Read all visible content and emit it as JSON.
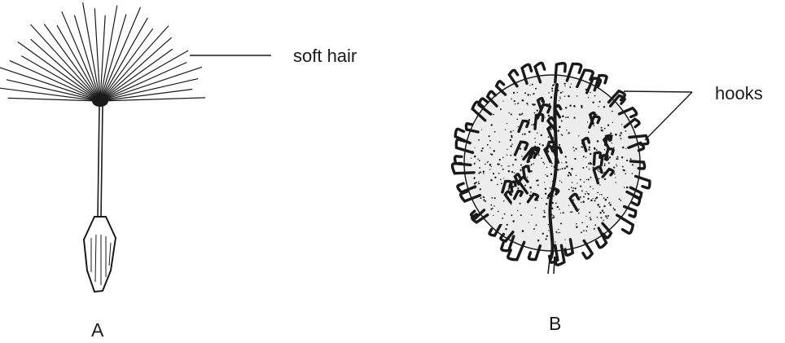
{
  "labels": {
    "seed_a_part": "soft hair",
    "seed_b_part": "hooks"
  },
  "captions": {
    "a": "A",
    "b": "B"
  },
  "colors": {
    "ink": "#1a1a1a",
    "background": "#ffffff"
  }
}
